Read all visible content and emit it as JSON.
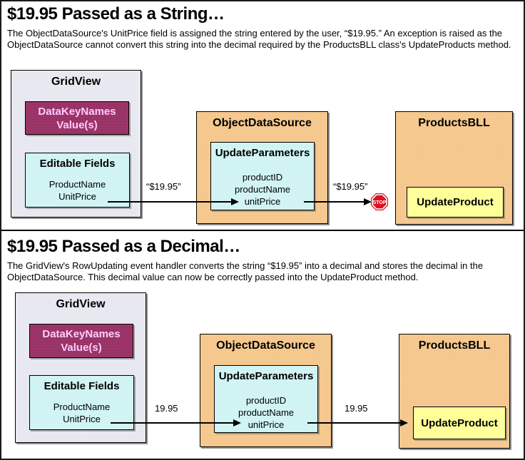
{
  "colors": {
    "page-bg": "#ffffff",
    "gridview-bg": "#e9e9f1",
    "datakeynames-bg": "#993366",
    "datakeynames-text": "#ffccff",
    "cyan-bg": "#d2f4f4",
    "orange-bg": "#f6c990",
    "yellow-bg": "#ffff99",
    "stop-red": "#dd1222",
    "line-color": "#000000"
  },
  "panels": [
    {
      "heading": "$19.95 Passed as a String…",
      "description": "The ObjectDataSource's UnitPrice field is assigned the string entered by the user, “$19.95.” An exception is raised as the ObjectDataSource cannot convert this string into the decimal required by the ProductsBLL class's UpdateProducts method.",
      "gridview": {
        "title": "GridView",
        "datakeynames_line1": "DataKeyNames",
        "datakeynames_line2": "Value(s)",
        "editable_fields_title": "Editable Fields",
        "field_1": "ProductName",
        "field_2": "UnitPrice"
      },
      "objectdatasource": {
        "title": "ObjectDataSource",
        "updateparameters_title": "UpdateParameters",
        "param_1": "productID",
        "param_2": "productName",
        "param_3": "unitPrice"
      },
      "productsbll": {
        "title": "ProductsBLL",
        "method": "UpdateProduct"
      },
      "arrow1_label": "“$19.95”",
      "arrow2_label": "“$19.95”",
      "stop_label": "STOP"
    },
    {
      "heading": "$19.95 Passed as a Decimal…",
      "description": "The GridView's RowUpdating event handler converts the string “$19.95” into a decimal and stores the decimal in the ObjectDataSource. This decimal value can now be correctly passed into the UpdateProduct method.",
      "gridview": {
        "title": "GridView",
        "datakeynames_line1": "DataKeyNames",
        "datakeynames_line2": "Value(s)",
        "editable_fields_title": "Editable Fields",
        "field_1": "ProductName",
        "field_2": "UnitPrice"
      },
      "objectdatasource": {
        "title": "ObjectDataSource",
        "updateparameters_title": "UpdateParameters",
        "param_1": "productID",
        "param_2": "productName",
        "param_3": "unitPrice"
      },
      "productsbll": {
        "title": "ProductsBLL",
        "method": "UpdateProduct"
      },
      "arrow1_label": "19.95",
      "arrow2_label": "19.95"
    }
  ]
}
